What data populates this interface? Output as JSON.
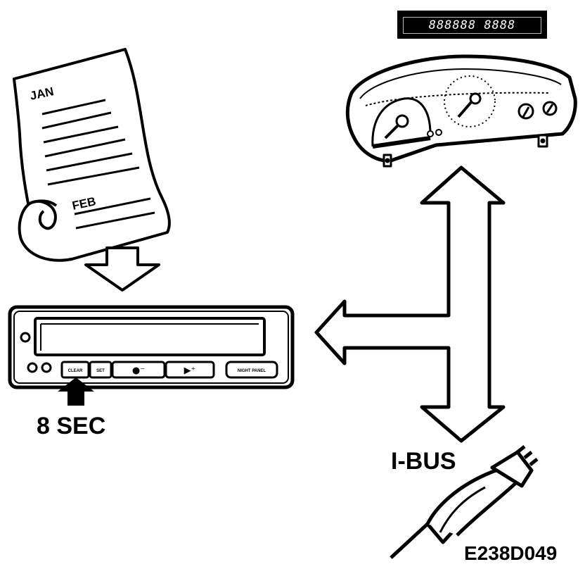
{
  "labels": {
    "hold_time": "8 SEC",
    "bus": "I-BUS",
    "figure_code": "E238D049"
  },
  "sheet": {
    "month_top": "JAN",
    "month_bottom": "FEB"
  },
  "display_readout": "888888 8888",
  "panel": {
    "clear_label": "CLEAR",
    "set_label": "SET",
    "minus_label": "●⁻",
    "plus_label": "▶⁺",
    "night_panel_label": "NIGHT PANEL"
  },
  "icons": [
    "paper-sheet-icon",
    "down-arrow-icon",
    "press-arrow-icon",
    "bidirectional-arrow-icon",
    "instrument-cluster-icon",
    "connector-plug-icon"
  ]
}
